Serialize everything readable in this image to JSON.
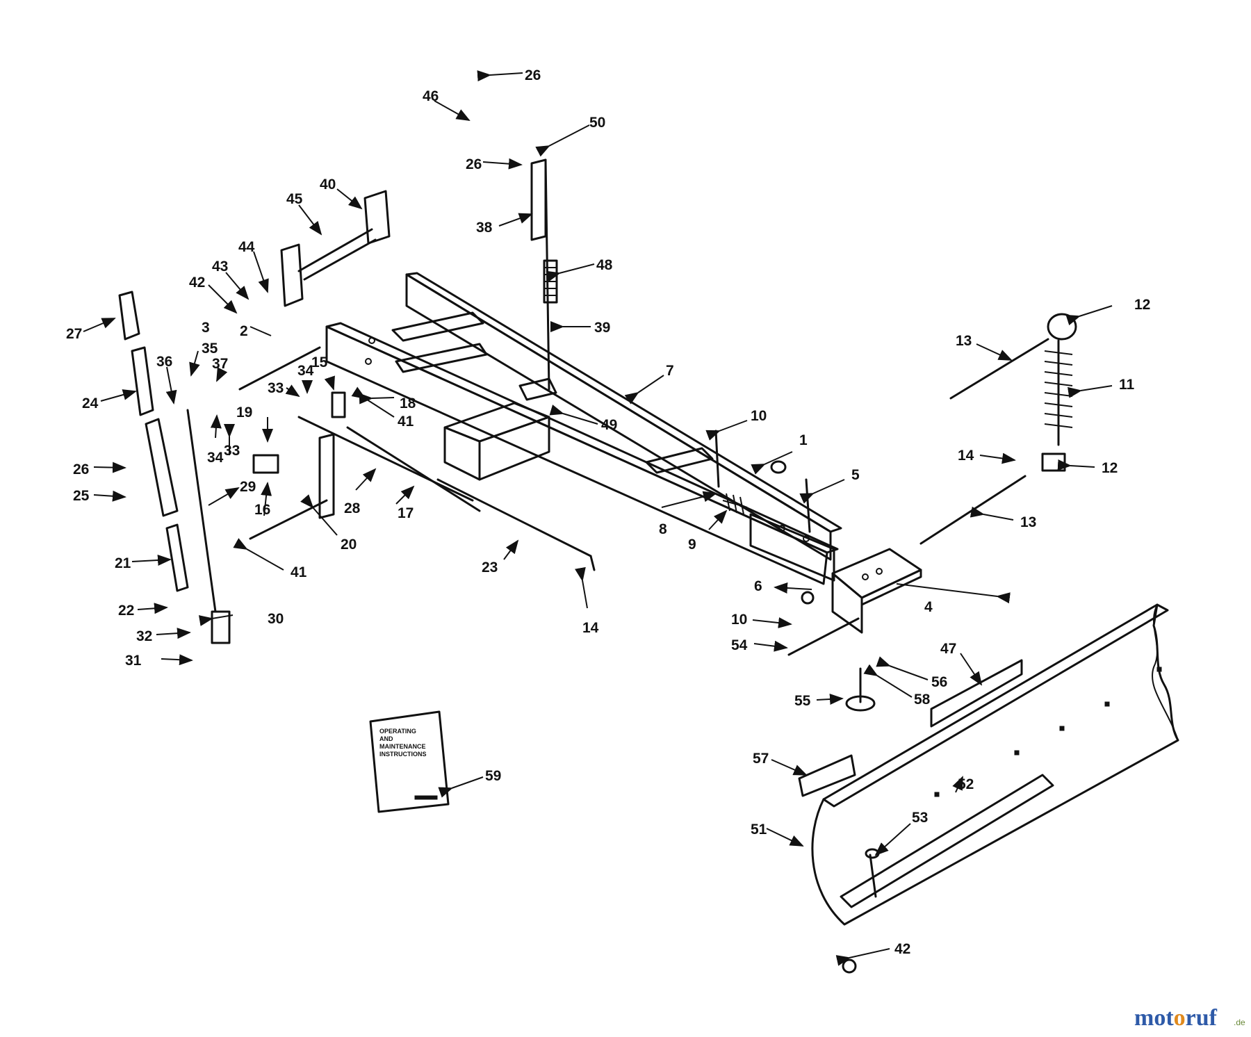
{
  "manual": {
    "line1": "OPERATING",
    "line2": "AND",
    "line3": "MAINTENANCE",
    "line4": "INSTRUCTIONS"
  },
  "watermark": {
    "parts": [
      "m",
      "o",
      "t",
      "o",
      "r",
      "u",
      "f"
    ],
    "colors": [
      "#2e5aa8",
      "#2e5aa8",
      "#2e5aa8",
      "#e08a1e",
      "#2e5aa8",
      "#2e5aa8",
      "#2e5aa8"
    ],
    "suffix": ".de"
  },
  "callouts": [
    "1",
    "2",
    "3",
    "4",
    "5",
    "6",
    "7",
    "8",
    "9",
    "10",
    "10",
    "11",
    "12",
    "12",
    "13",
    "13",
    "14",
    "14",
    "15",
    "16",
    "17",
    "18",
    "19",
    "20",
    "21",
    "22",
    "23",
    "24",
    "25",
    "26",
    "26",
    "26",
    "27",
    "28",
    "29",
    "30",
    "31",
    "32",
    "33",
    "33",
    "34",
    "34",
    "35",
    "36",
    "37",
    "38",
    "39",
    "40",
    "41",
    "41",
    "42",
    "42",
    "43",
    "44",
    "45",
    "46",
    "47",
    "48",
    "49",
    "50",
    "51",
    "52",
    "53",
    "54",
    "55",
    "56",
    "57",
    "58",
    "59"
  ]
}
